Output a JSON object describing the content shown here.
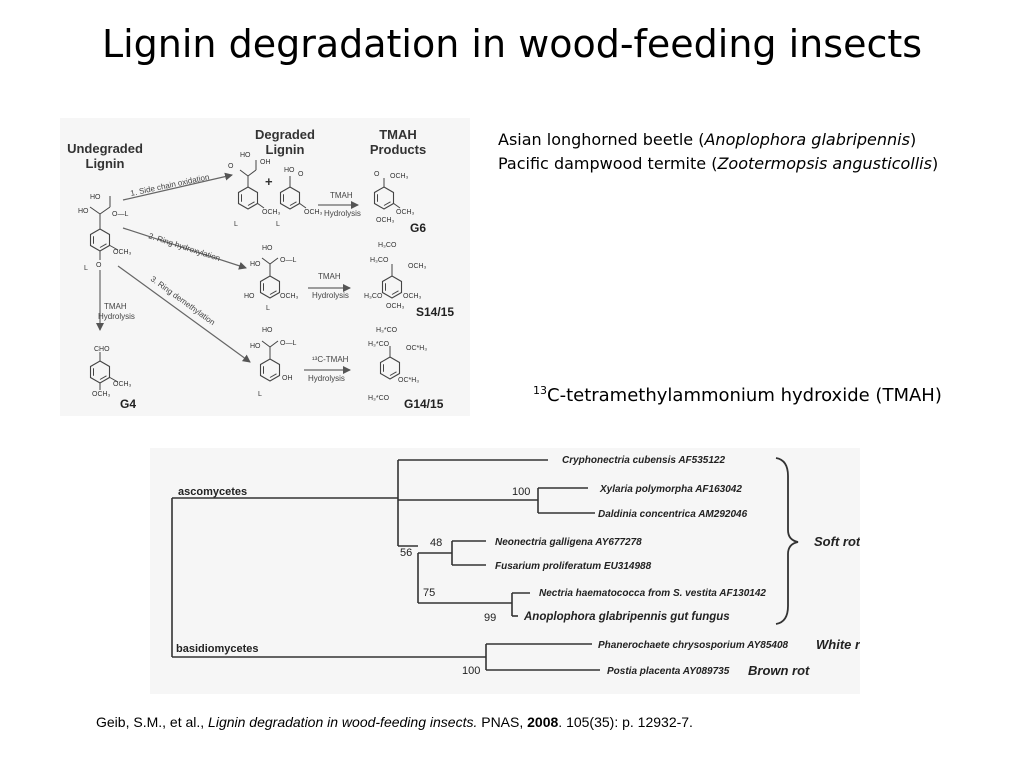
{
  "title": "Lignin degradation in wood-feeding insects",
  "species": {
    "line1_prefix": "Asian longhorned beetle (",
    "line1_italic": "Anoplophora glabripennis",
    "line1_suffix": ")",
    "line2_prefix": "Pacific dampwood termite (",
    "line2_italic": "Zootermopsis angusticollis",
    "line2_suffix": ")"
  },
  "tmah_label": {
    "sup": "13",
    "text": "C-tetramethylammonium hydroxide (TMAH)"
  },
  "scheme": {
    "headers": {
      "undegraded_1": "Undegraded",
      "undegraded_2": "Lignin",
      "degraded_1": "Degraded",
      "degraded_2": "Lignin",
      "tmah_1": "TMAH",
      "tmah_2": "Products"
    },
    "pathways": [
      "1. Side chain oxidation",
      "2. Ring hydroxylation",
      "3. Ring demethylation"
    ],
    "hydrolysis_a": "TMAH",
    "hydrolysis_b": "Hydrolysis",
    "ctmah_a": "¹³C-TMAH",
    "ctmah_b": "Hydrolysis",
    "plus": "+",
    "products": {
      "g6": "G6",
      "s1415": "S14/15",
      "g1415": "G14/15",
      "g4": "G4"
    },
    "chem": {
      "ho": "HO",
      "o": "O",
      "l": "L",
      "o_l": "O—L",
      "och3": "OCH₃",
      "oh": "OH",
      "cho": "CHO",
      "h3co": "H₃CO",
      "och3_star": "OC*H₃",
      "h3co_star": "H₃*CO"
    }
  },
  "tree": {
    "groups": {
      "ascomycetes": "ascomycetes",
      "basidiomycetes": "basidiomycetes"
    },
    "taxa": [
      "Cryphonectria cubensis AF535122",
      "Xylaria polymorpha AF163042",
      "Daldinia concentrica AM292046",
      "Neonectria galligena AY677278",
      "Fusarium proliferatum EU314988",
      "Nectria haematococca from S. vestita AF130142",
      "Anoplophora glabripennis gut fungus",
      "Phanerochaete chrysosporium AY85408",
      "Postia placenta AY089735"
    ],
    "bootstrap": {
      "b100a": "100",
      "b56": "56",
      "b48": "48",
      "b75": "75",
      "b99": "99",
      "b100b": "100"
    },
    "rot": {
      "soft": "Soft rot",
      "white": "White rot",
      "brown": "Brown rot"
    }
  },
  "citation": {
    "authors": "Geib, S.M., et al., ",
    "title_italic": "Lignin degradation in wood-feeding insects.",
    "journal": " PNAS, ",
    "year_bold": "2008",
    "rest": ". 105(35): p. 12932-7."
  }
}
